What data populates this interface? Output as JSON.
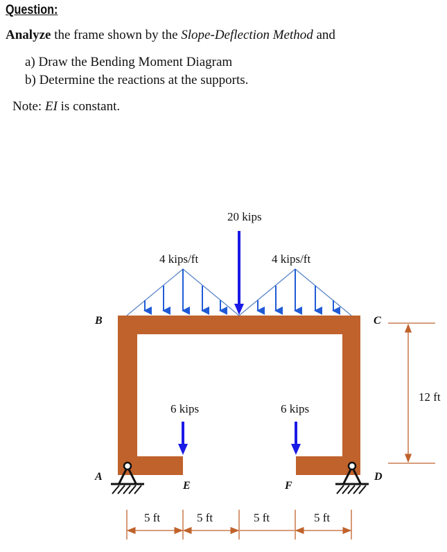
{
  "heading": "Question:",
  "intro": {
    "bold": "Analyze",
    "text1": " the frame shown by the ",
    "italic": "Slope-Deflection Method",
    "text2": " and"
  },
  "parts": [
    "a)  Draw the Bending Moment Diagram",
    "b)  Determine the reactions at the supports."
  ],
  "note": {
    "prefix": "Note: ",
    "italic": "EI",
    "suffix": " is constant."
  },
  "diagram": {
    "point_load_top": "20 kips",
    "dist_load_left": "4 kips/ft",
    "dist_load_right": "4 kips/ft",
    "point_load_left": "6 kips",
    "point_load_right": "6 kips",
    "height_dim": "12 ft",
    "span_dims": [
      "5 ft",
      "5 ft",
      "5 ft",
      "5 ft"
    ],
    "labels": {
      "A": "A",
      "B": "B",
      "C": "C",
      "D": "D",
      "E": "E",
      "F": "F"
    },
    "colors": {
      "frame": "#C0622C",
      "load": "#1f5bd6",
      "point_load": "#1a1ae6",
      "dimension": "#C0622C"
    }
  }
}
